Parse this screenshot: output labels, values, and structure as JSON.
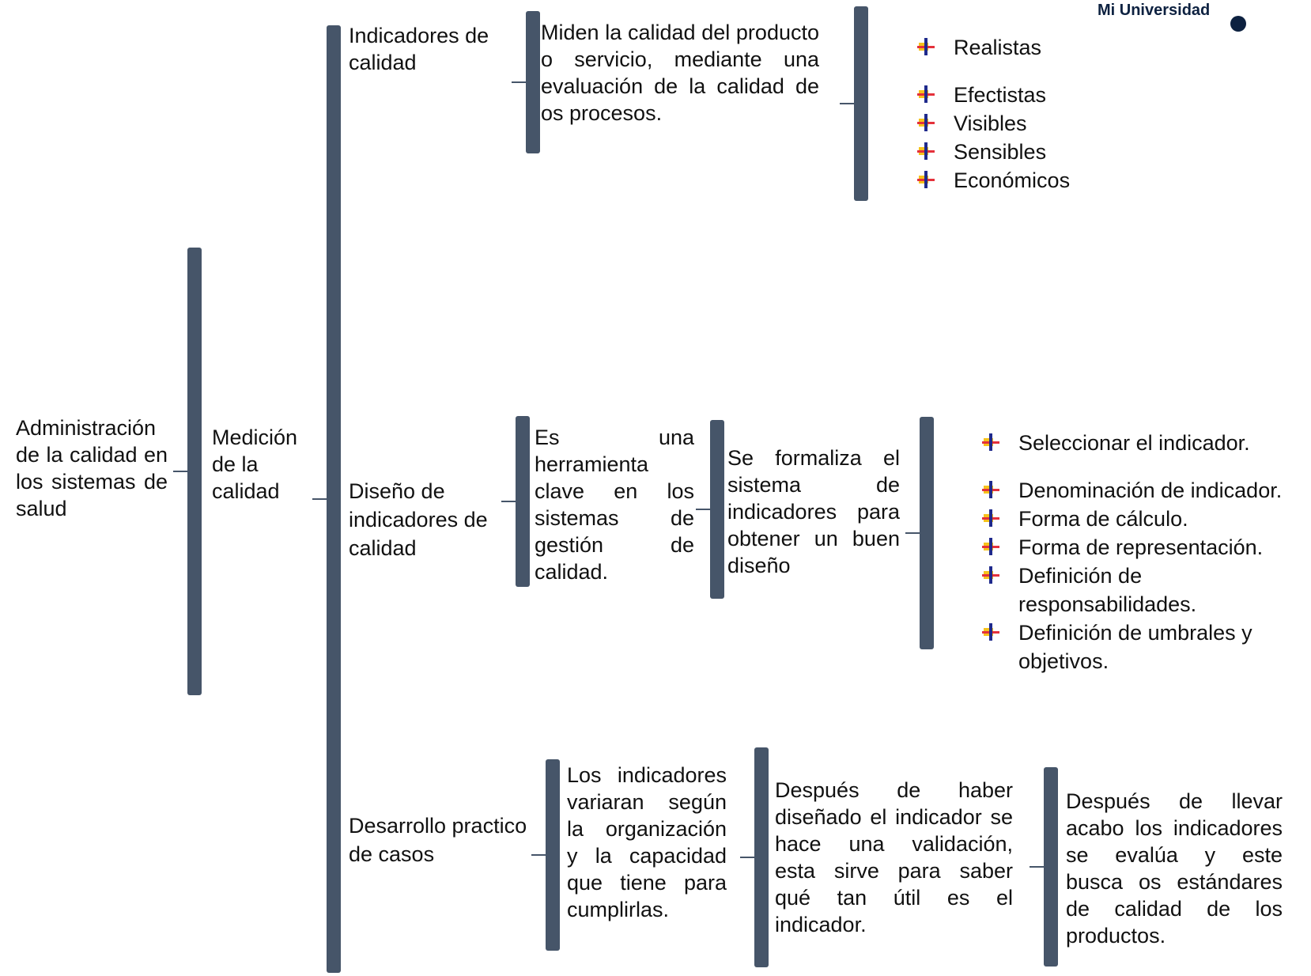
{
  "brand": {
    "name": "Mi Universidad"
  },
  "colors": {
    "bracket": "#465569",
    "bullet_v": "#1f2a8c",
    "bullet_h": "#e4313b",
    "bullet_accent": "#f6c21c"
  },
  "root": {
    "label": "Administración de la calidad en los sistemas de salud"
  },
  "level1": {
    "label": "Medición de la calidad"
  },
  "branches": [
    {
      "title": "Indicadores de calidad",
      "description": "Miden la calidad del producto o servicio, mediante una evaluación de la calidad de os procesos.",
      "items": [
        "Realistas",
        "Efectistas",
        "Visibles",
        "Sensibles",
        "Económicos"
      ]
    },
    {
      "title": "Diseño de indicadores de calidad",
      "description": "Es una herramienta clave en los sistemas de gestión de calidad.",
      "step": "Se formaliza el sistema de indicadores para obtener un buen diseño",
      "items": [
        "Seleccionar el indicador.",
        "Denominación de indicador.",
        "Forma de cálculo.",
        "Forma de representación.",
        "Definición de responsabilidades.",
        "Definición de umbrales y objetivos."
      ]
    },
    {
      "title": "Desarrollo practico de casos",
      "description": "Los indicadores variaran según la organización y la capacidad que tiene para cumplirlas.",
      "step": "Después de haber diseñado el indicador se hace una validación, esta sirve para saber qué tan útil es el indicador.",
      "step2": "Después de llevar acabo los indicadores se evalúa y este busca os estándares de calidad de los productos."
    }
  ]
}
